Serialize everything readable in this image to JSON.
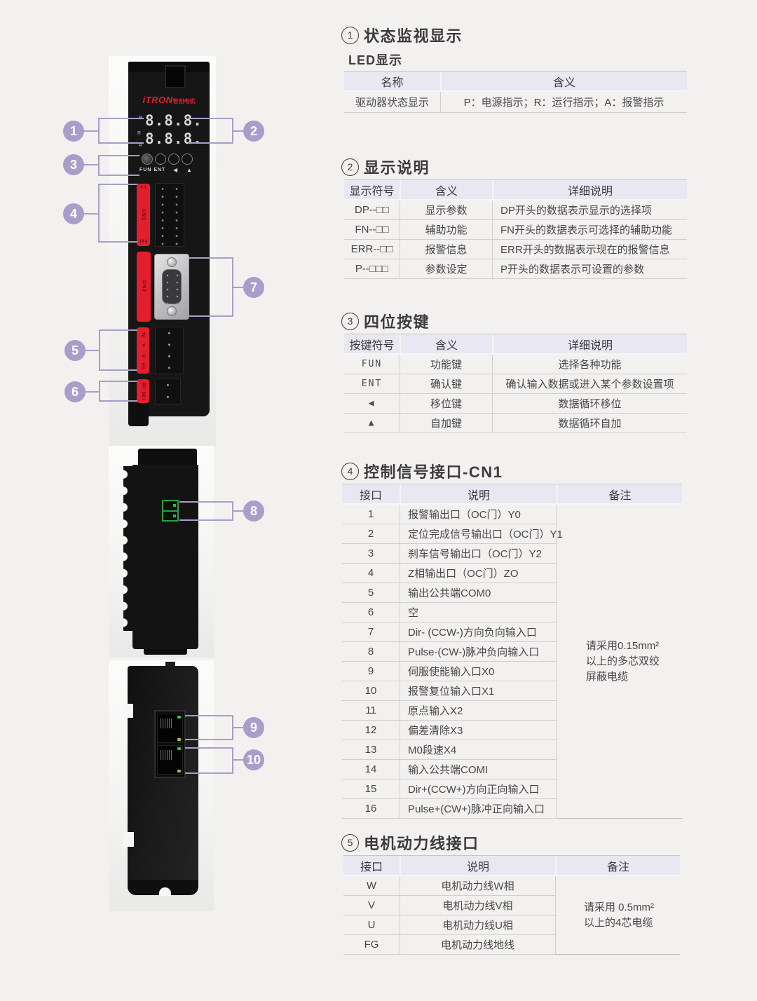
{
  "palette": {
    "page_bg": "#f2f1f0",
    "accent_purple": "#a99dc9",
    "table_header_bg": "#e9e7f2",
    "device_red": "#e41e2d"
  },
  "callouts": {
    "labels": [
      "1",
      "2",
      "3",
      "4",
      "5",
      "6",
      "7",
      "8",
      "9",
      "10"
    ]
  },
  "device": {
    "logo_brand": "iTRON",
    "logo_sub": "智创电机",
    "led_label_p": "P",
    "led_label_r": "R",
    "led_label_a": "A",
    "led_row1": "8.8.8.",
    "led_row2": "8.8.8.",
    "keys_text": "FUN ENT",
    "key_shift": "◀",
    "key_up": "▲",
    "cn1_top": "9 1",
    "cn1_label": "CN1",
    "cn1_bottom": "16 8",
    "cn2_label": "CN2",
    "pw_w": "W",
    "pw_v": "V",
    "pw_u": "U",
    "pw_fg": "FG",
    "dc_minus": "DC-",
    "dc_plus": "DC+"
  },
  "sections": {
    "s1": {
      "num": "1",
      "title": "状态监视显示",
      "subtitle": "LED显示",
      "headers": [
        "名称",
        "含义"
      ],
      "rows": [
        [
          "驱动器状态显示",
          "P：电源指示；R：运行指示；A：报警指示"
        ]
      ]
    },
    "s2": {
      "num": "2",
      "title": "显示说明",
      "headers": [
        "显示符号",
        "含义",
        "详细说明"
      ],
      "rows": [
        [
          "DP--□□",
          "显示参数",
          "DP开头的数据表示显示的选择项"
        ],
        [
          "FN--□□",
          "辅助功能",
          "FN开头的数据表示可选择的辅助功能"
        ],
        [
          "ERR--□□",
          "报警信息",
          "ERR开头的数据表示现在的报警信息"
        ],
        [
          "P--□□□",
          "参数设定",
          "P开头的数据表示可设置的参数"
        ]
      ]
    },
    "s3": {
      "num": "3",
      "title": "四位按键",
      "headers": [
        "按键符号",
        "含义",
        "详细说明"
      ],
      "rows": [
        [
          "FUN",
          "功能键",
          "选择各种功能"
        ],
        [
          "ENT",
          "确认键",
          "确认输入数据或进入某个参数设置项"
        ],
        [
          "◀",
          "移位键",
          "数据循环移位"
        ],
        [
          "▲",
          "自加键",
          "数据循环自加"
        ]
      ]
    },
    "s4": {
      "num": "4",
      "title": "控制信号接口-CN1",
      "headers": [
        "接口",
        "说明",
        "备注"
      ],
      "rows": [
        [
          "1",
          "报警输出口（OC门）Y0"
        ],
        [
          "2",
          "定位完成信号输出口（OC门）Y1"
        ],
        [
          "3",
          "刹车信号输出口（OC门）Y2"
        ],
        [
          "4",
          "Z相输出口（OC门）ZO"
        ],
        [
          "5",
          "输出公共端COM0"
        ],
        [
          "6",
          "空"
        ],
        [
          "7",
          "Dir- (CCW-)方向负向输入口"
        ],
        [
          "8",
          "Pulse-(CW-)脉冲负向输入口"
        ],
        [
          "9",
          "伺服使能输入口X0"
        ],
        [
          "10",
          "报警复位输入口X1"
        ],
        [
          "11",
          "原点输入X2"
        ],
        [
          "12",
          "偏差清除X3"
        ],
        [
          "13",
          "M0段速X4"
        ],
        [
          "14",
          "输入公共端COMI"
        ],
        [
          "15",
          "Dir+(CCW+)方向正向输入口"
        ],
        [
          "16",
          "Pulse+(CW+)脉冲正向输入口"
        ]
      ],
      "remark": [
        "请采用0.15mm²",
        "以上的多芯双绞",
        "屏蔽电缆"
      ]
    },
    "s5": {
      "num": "5",
      "title": "电机动力线接口",
      "headers": [
        "接口",
        "说明",
        "备注"
      ],
      "rows": [
        [
          "W",
          "电机动力线W相"
        ],
        [
          "V",
          "电机动力线V相"
        ],
        [
          "U",
          "电机动力线U相"
        ],
        [
          "FG",
          "电机动力线地线"
        ]
      ],
      "remark": [
        "请采用 0.5mm²",
        "以上的4芯电缆"
      ]
    }
  }
}
